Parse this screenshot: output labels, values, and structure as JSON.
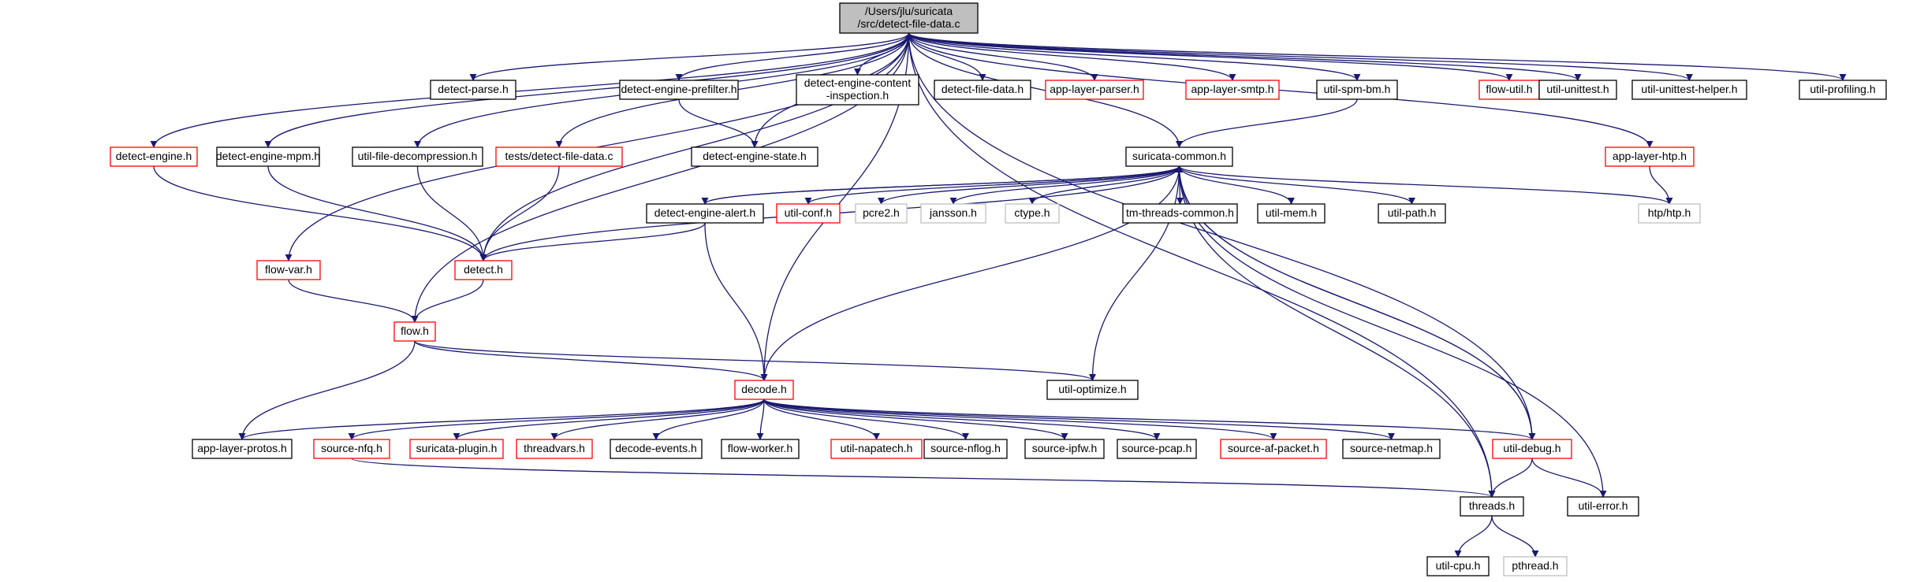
{
  "graph": {
    "title": "",
    "nodes": [
      {
        "id": "root",
        "lines": [
          "/Users/jlu/suricata",
          "/src/detect-file-data.c"
        ],
        "style": "root"
      },
      {
        "id": "detect-parse",
        "lines": [
          "detect-parse.h"
        ],
        "style": "normal"
      },
      {
        "id": "detect-engine-prefilter",
        "lines": [
          "detect-engine-prefilter.h"
        ],
        "style": "normal"
      },
      {
        "id": "detect-engine-content",
        "lines": [
          "detect-engine-content",
          "-inspection.h"
        ],
        "style": "normal"
      },
      {
        "id": "detect-file-data-h",
        "lines": [
          "detect-file-data.h"
        ],
        "style": "normal"
      },
      {
        "id": "app-layer-parser",
        "lines": [
          "app-layer-parser.h"
        ],
        "style": "red"
      },
      {
        "id": "app-layer-smtp",
        "lines": [
          "app-layer-smtp.h"
        ],
        "style": "red"
      },
      {
        "id": "util-spm-bm",
        "lines": [
          "util-spm-bm.h"
        ],
        "style": "normal"
      },
      {
        "id": "flow-util",
        "lines": [
          "flow-util.h"
        ],
        "style": "red"
      },
      {
        "id": "util-unittest",
        "lines": [
          "util-unittest.h"
        ],
        "style": "normal"
      },
      {
        "id": "util-unittest-helper",
        "lines": [
          "util-unittest-helper.h"
        ],
        "style": "normal"
      },
      {
        "id": "util-profiling",
        "lines": [
          "util-profiling.h"
        ],
        "style": "normal"
      },
      {
        "id": "detect-engine",
        "lines": [
          "detect-engine.h"
        ],
        "style": "red"
      },
      {
        "id": "detect-engine-mpm",
        "lines": [
          "detect-engine-mpm.h"
        ],
        "style": "normal"
      },
      {
        "id": "util-file-decompression",
        "lines": [
          "util-file-decompression.h"
        ],
        "style": "normal"
      },
      {
        "id": "tests-detect-file-data",
        "lines": [
          "tests/detect-file-data.c"
        ],
        "style": "red"
      },
      {
        "id": "detect-engine-state",
        "lines": [
          "detect-engine-state.h"
        ],
        "style": "normal"
      },
      {
        "id": "suricata-common",
        "lines": [
          "suricata-common.h"
        ],
        "style": "normal"
      },
      {
        "id": "app-layer-htp",
        "lines": [
          "app-layer-htp.h"
        ],
        "style": "red"
      },
      {
        "id": "detect-engine-alert",
        "lines": [
          "detect-engine-alert.h"
        ],
        "style": "normal"
      },
      {
        "id": "util-conf",
        "lines": [
          "util-conf.h"
        ],
        "style": "red"
      },
      {
        "id": "pcre2",
        "lines": [
          "pcre2.h"
        ],
        "style": "grey"
      },
      {
        "id": "jansson",
        "lines": [
          "jansson.h"
        ],
        "style": "grey"
      },
      {
        "id": "ctype",
        "lines": [
          "ctype.h"
        ],
        "style": "grey"
      },
      {
        "id": "tm-threads-common",
        "lines": [
          "tm-threads-common.h"
        ],
        "style": "normal"
      },
      {
        "id": "util-mem",
        "lines": [
          "util-mem.h"
        ],
        "style": "normal"
      },
      {
        "id": "util-path",
        "lines": [
          "util-path.h"
        ],
        "style": "normal"
      },
      {
        "id": "htp-htp",
        "lines": [
          "htp/htp.h"
        ],
        "style": "grey"
      },
      {
        "id": "detect",
        "lines": [
          "detect.h"
        ],
        "style": "red"
      },
      {
        "id": "flow-var",
        "lines": [
          "flow-var.h"
        ],
        "style": "red"
      },
      {
        "id": "flow",
        "lines": [
          "flow.h"
        ],
        "style": "red"
      },
      {
        "id": "decode",
        "lines": [
          "decode.h"
        ],
        "style": "red"
      },
      {
        "id": "util-optimize",
        "lines": [
          "util-optimize.h"
        ],
        "style": "normal"
      },
      {
        "id": "app-layer-protos",
        "lines": [
          "app-layer-protos.h"
        ],
        "style": "normal"
      },
      {
        "id": "source-nfq",
        "lines": [
          "source-nfq.h"
        ],
        "style": "red"
      },
      {
        "id": "suricata-plugin",
        "lines": [
          "suricata-plugin.h"
        ],
        "style": "red"
      },
      {
        "id": "threadvars",
        "lines": [
          "threadvars.h"
        ],
        "style": "red"
      },
      {
        "id": "decode-events",
        "lines": [
          "decode-events.h"
        ],
        "style": "normal"
      },
      {
        "id": "flow-worker",
        "lines": [
          "flow-worker.h"
        ],
        "style": "normal"
      },
      {
        "id": "util-napatech",
        "lines": [
          "util-napatech.h"
        ],
        "style": "red"
      },
      {
        "id": "source-nflog",
        "lines": [
          "source-nflog.h"
        ],
        "style": "normal"
      },
      {
        "id": "source-ipfw",
        "lines": [
          "source-ipfw.h"
        ],
        "style": "normal"
      },
      {
        "id": "source-pcap",
        "lines": [
          "source-pcap.h"
        ],
        "style": "normal"
      },
      {
        "id": "source-af-packet",
        "lines": [
          "source-af-packet.h"
        ],
        "style": "red"
      },
      {
        "id": "source-netmap",
        "lines": [
          "source-netmap.h"
        ],
        "style": "normal"
      },
      {
        "id": "util-debug",
        "lines": [
          "util-debug.h"
        ],
        "style": "red"
      },
      {
        "id": "threads",
        "lines": [
          "threads.h"
        ],
        "style": "normal"
      },
      {
        "id": "util-error",
        "lines": [
          "util-error.h"
        ],
        "style": "normal"
      },
      {
        "id": "util-cpu",
        "lines": [
          "util-cpu.h"
        ],
        "style": "normal"
      },
      {
        "id": "pthread",
        "lines": [
          "pthread.h"
        ],
        "style": "grey"
      }
    ],
    "edges": [
      [
        "root",
        "detect-parse"
      ],
      [
        "root",
        "detect-engine-prefilter"
      ],
      [
        "root",
        "detect-engine-content"
      ],
      [
        "root",
        "detect-file-data-h"
      ],
      [
        "root",
        "app-layer-parser"
      ],
      [
        "root",
        "app-layer-smtp"
      ],
      [
        "root",
        "util-spm-bm"
      ],
      [
        "root",
        "flow-util"
      ],
      [
        "root",
        "util-unittest"
      ],
      [
        "root",
        "util-unittest-helper"
      ],
      [
        "root",
        "util-profiling"
      ],
      [
        "root",
        "detect-engine"
      ],
      [
        "root",
        "detect-engine-mpm"
      ],
      [
        "root",
        "util-file-decompression"
      ],
      [
        "root",
        "tests-detect-file-data"
      ],
      [
        "root",
        "detect-engine-state"
      ],
      [
        "root",
        "suricata-common"
      ],
      [
        "root",
        "app-layer-htp"
      ],
      [
        "root",
        "detect"
      ],
      [
        "root",
        "flow-var"
      ],
      [
        "root",
        "flow"
      ],
      [
        "root",
        "decode"
      ],
      [
        "root",
        "util-debug"
      ],
      [
        "root",
        "threads"
      ],
      [
        "detect-engine-prefilter",
        "detect-engine-state"
      ],
      [
        "util-spm-bm",
        "suricata-common"
      ],
      [
        "app-layer-htp",
        "htp-htp"
      ],
      [
        "detect-engine",
        "detect"
      ],
      [
        "detect-engine-mpm",
        "detect"
      ],
      [
        "util-file-decompression",
        "detect"
      ],
      [
        "tests-detect-file-data",
        "detect"
      ],
      [
        "suricata-common",
        "detect-engine-alert"
      ],
      [
        "suricata-common",
        "util-conf"
      ],
      [
        "suricata-common",
        "pcre2"
      ],
      [
        "suricata-common",
        "jansson"
      ],
      [
        "suricata-common",
        "ctype"
      ],
      [
        "suricata-common",
        "tm-threads-common"
      ],
      [
        "suricata-common",
        "util-mem"
      ],
      [
        "suricata-common",
        "util-path"
      ],
      [
        "suricata-common",
        "htp-htp"
      ],
      [
        "suricata-common",
        "detect"
      ],
      [
        "suricata-common",
        "util-optimize"
      ],
      [
        "suricata-common",
        "util-debug"
      ],
      [
        "suricata-common",
        "threads"
      ],
      [
        "suricata-common",
        "util-error"
      ],
      [
        "detect-engine-alert",
        "suricata-common"
      ],
      [
        "detect-engine-alert",
        "detect"
      ],
      [
        "detect-engine-alert",
        "decode"
      ],
      [
        "detect",
        "flow"
      ],
      [
        "flow-var",
        "flow"
      ],
      [
        "flow",
        "decode"
      ],
      [
        "flow",
        "util-optimize"
      ],
      [
        "flow",
        "app-layer-protos"
      ],
      [
        "decode",
        "suricata-common"
      ],
      [
        "decode",
        "app-layer-protos"
      ],
      [
        "decode",
        "source-nfq"
      ],
      [
        "decode",
        "suricata-plugin"
      ],
      [
        "decode",
        "threadvars"
      ],
      [
        "decode",
        "decode-events"
      ],
      [
        "decode",
        "flow-worker"
      ],
      [
        "decode",
        "util-napatech"
      ],
      [
        "decode",
        "source-nflog"
      ],
      [
        "decode",
        "source-ipfw"
      ],
      [
        "decode",
        "source-pcap"
      ],
      [
        "decode",
        "source-af-packet"
      ],
      [
        "decode",
        "source-netmap"
      ],
      [
        "decode",
        "util-debug"
      ],
      [
        "source-nfq",
        "threads"
      ],
      [
        "util-debug",
        "suricata-common"
      ],
      [
        "util-debug",
        "threads"
      ],
      [
        "util-debug",
        "util-error"
      ],
      [
        "threads",
        "util-cpu"
      ],
      [
        "threads",
        "pthread"
      ]
    ]
  }
}
